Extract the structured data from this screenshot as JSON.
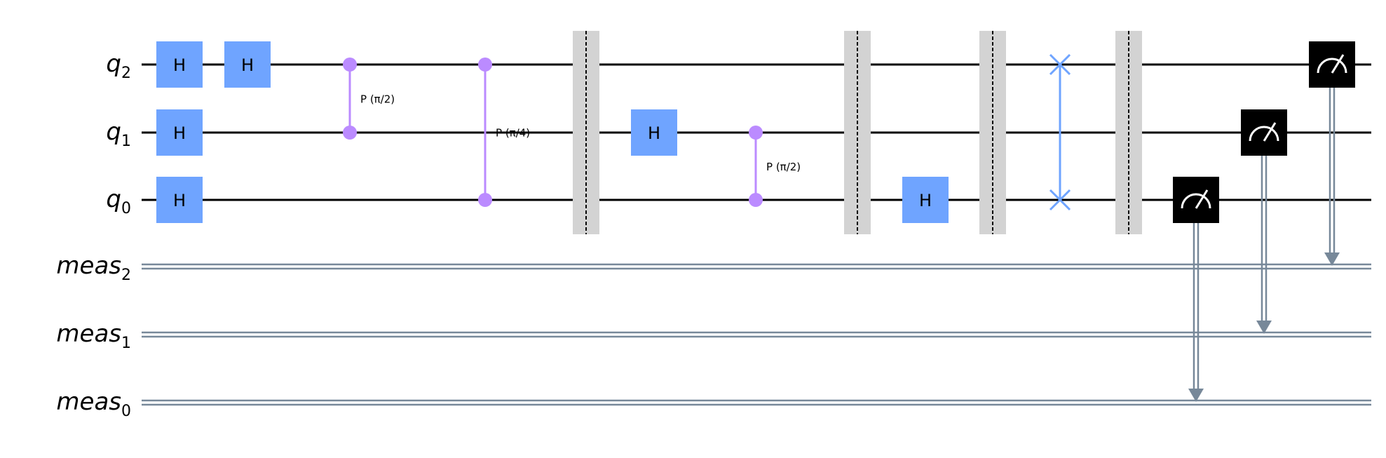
{
  "circuit": {
    "qubits": [
      {
        "id": "q2",
        "base": "q",
        "sub": "2"
      },
      {
        "id": "q1",
        "base": "q",
        "sub": "1"
      },
      {
        "id": "q0",
        "base": "q",
        "sub": "0"
      }
    ],
    "clbits": [
      {
        "id": "meas2",
        "base": "meas",
        "sub": "2"
      },
      {
        "id": "meas1",
        "base": "meas",
        "sub": "1"
      },
      {
        "id": "meas0",
        "base": "meas",
        "sub": "0"
      }
    ],
    "gates": [
      {
        "type": "h",
        "label": "H",
        "qubit": "q2",
        "step": 0
      },
      {
        "type": "h",
        "label": "H",
        "qubit": "q1",
        "step": 0
      },
      {
        "type": "h",
        "label": "H",
        "qubit": "q0",
        "step": 0
      },
      {
        "type": "h",
        "label": "H",
        "qubit": "q2",
        "step": 1
      },
      {
        "type": "cp",
        "label": "P (π/2)",
        "qubits": [
          "q2",
          "q1"
        ],
        "step": 2
      },
      {
        "type": "cp",
        "label": "P (π/4)",
        "qubits": [
          "q2",
          "q0"
        ],
        "step": 3
      },
      {
        "type": "barrier",
        "step": 4
      },
      {
        "type": "h",
        "label": "H",
        "qubit": "q1",
        "step": 5
      },
      {
        "type": "cp",
        "label": "P (π/2)",
        "qubits": [
          "q1",
          "q0"
        ],
        "step": 6
      },
      {
        "type": "barrier",
        "step": 7
      },
      {
        "type": "h",
        "label": "H",
        "qubit": "q0",
        "step": 8
      },
      {
        "type": "barrier",
        "step": 9
      },
      {
        "type": "swap",
        "qubits": [
          "q2",
          "q0"
        ],
        "step": 10
      },
      {
        "type": "barrier",
        "step": 11
      },
      {
        "type": "measure",
        "qubit": "q0",
        "clbit": "meas0",
        "step": 12
      },
      {
        "type": "measure",
        "qubit": "q1",
        "clbit": "meas1",
        "step": 13
      },
      {
        "type": "measure",
        "qubit": "q2",
        "clbit": "meas2",
        "step": 14
      }
    ],
    "colors": {
      "h_gate": "#6fa4ff",
      "controlled_phase": "#bb8bff",
      "swap": "#6fa4ff",
      "barrier": "#d3d3d3",
      "measure": "#000000",
      "classical_wire": "#778899",
      "quantum_wire": "#000000"
    }
  }
}
